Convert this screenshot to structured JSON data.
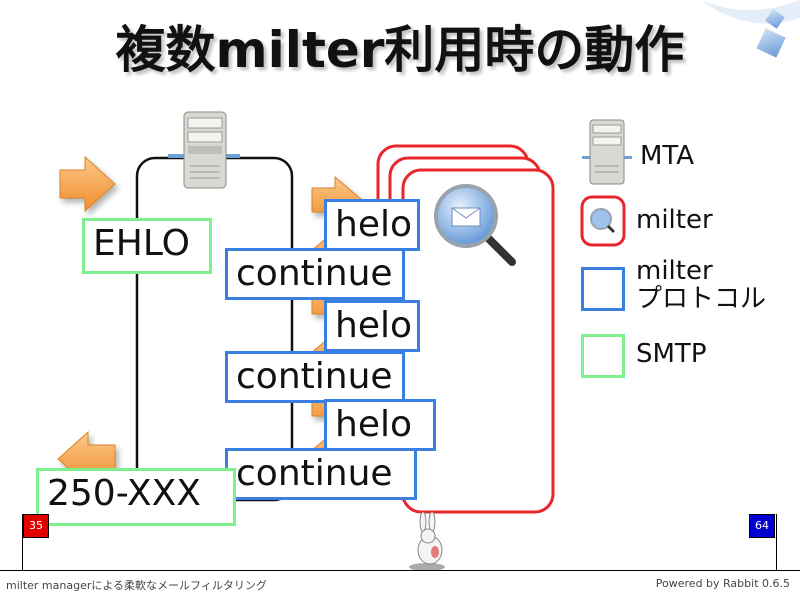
{
  "title": "複数milter利用時の動作",
  "labels": {
    "ehlo": "EHLO",
    "response": "250-XXX",
    "helo": "helo",
    "continue": "continue"
  },
  "legend": {
    "mta": "MTA",
    "milter": "milter",
    "protocol_line1": "milter",
    "protocol_line2": "プロトコル",
    "smtp": "SMTP"
  },
  "footer": {
    "left": "milter managerによる柔軟なメールフィルタリング",
    "right": "Powered by Rabbit 0.6.5"
  },
  "progress": {
    "current": "35",
    "total": "64"
  },
  "colors": {
    "smtp": "#7ff08f",
    "protocol": "#3b7fe0",
    "milter": "#e8262b",
    "arrow": "#f5a34b",
    "page_current": "#e00000",
    "page_total": "#0000d0"
  },
  "icons": [
    "server-icon",
    "magnifier-envelope-icon",
    "arrow-right-icon",
    "arrow-left-icon",
    "rabbit-icon",
    "decoration-squares-icon"
  ]
}
